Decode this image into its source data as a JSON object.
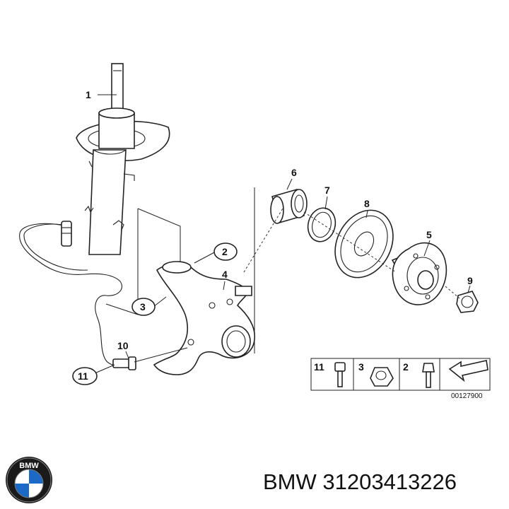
{
  "callouts": {
    "c1": "1",
    "c2": "2",
    "c3": "3",
    "c4": "4",
    "c5": "5",
    "c6": "6",
    "c7": "7",
    "c8": "8",
    "c9": "9",
    "c10": "10",
    "c11": "11"
  },
  "legend": {
    "n11": "11",
    "n3": "3",
    "n2": "2",
    "code": "00127900"
  },
  "logo": {
    "text": "BMW"
  },
  "caption": {
    "text": "BMW 31203413226"
  }
}
